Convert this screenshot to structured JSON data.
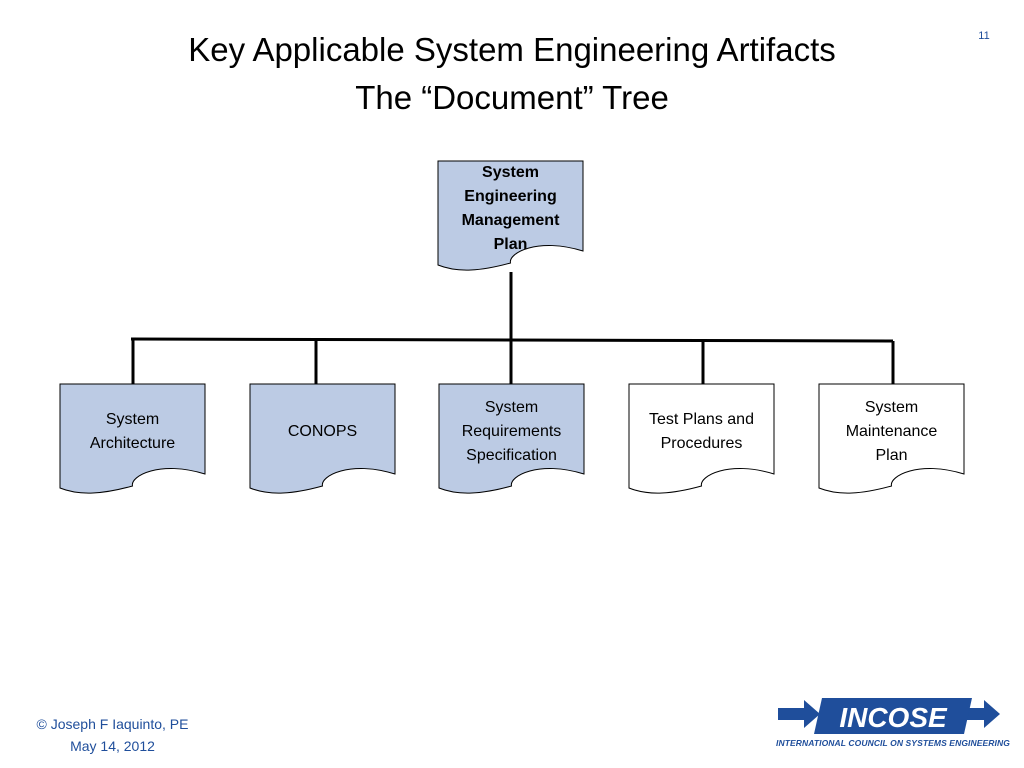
{
  "slide": {
    "title_line1": "Key Applicable System Engineering Artifacts",
    "title_line2": "The “Document” Tree",
    "page_number": "11"
  },
  "tree": {
    "root": {
      "lines": [
        "System",
        "Engineering",
        "Management",
        "Plan"
      ],
      "fill": "#bccbe4",
      "bold": true
    },
    "children": [
      {
        "lines": [
          "System",
          "Architecture"
        ],
        "fill": "#bccbe4"
      },
      {
        "lines": [
          "CONOPS"
        ],
        "fill": "#bccbe4"
      },
      {
        "lines": [
          "System",
          "Requirements",
          "Specification"
        ],
        "fill": "#bccbe4"
      },
      {
        "lines": [
          "Test Plans and",
          "Procedures"
        ],
        "fill": "#ffffff"
      },
      {
        "lines": [
          "System",
          "Maintenance",
          "Plan"
        ],
        "fill": "#ffffff"
      }
    ]
  },
  "footer": {
    "copyright": "© Joseph F Iaquinto, PE",
    "date": "May 14, 2012"
  },
  "logo": {
    "name": "INCOSE",
    "caption": "INTERNATIONAL COUNCIL ON SYSTEMS ENGINEERING",
    "color": "#1f4e9b"
  }
}
